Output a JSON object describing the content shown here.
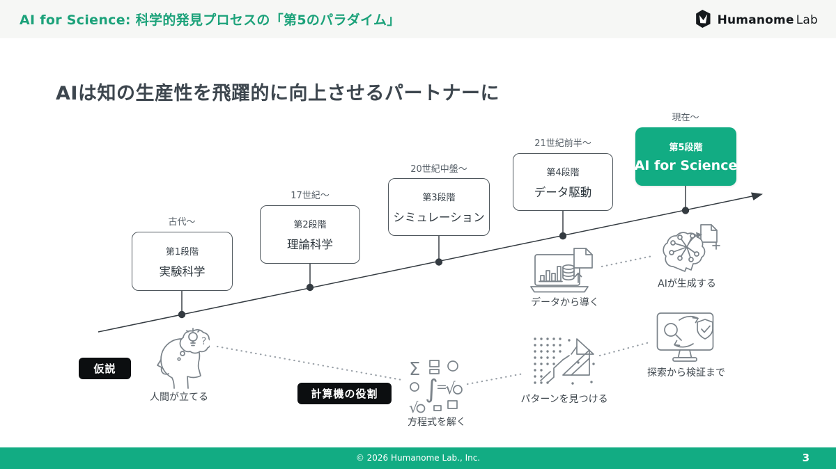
{
  "header": {
    "title": "AI for Science: 科学的発見プロセスの「第5のパラダイム」",
    "logo": {
      "main": "Humanome",
      "sub": "Lab"
    }
  },
  "main": {
    "title": "AIは知の生産性を飛躍的に向上させるパートナーに"
  },
  "timeline": {
    "stages": [
      {
        "period": "古代〜",
        "stage": "第1段階",
        "name": "実験科学",
        "highlight": false
      },
      {
        "period": "17世紀〜",
        "stage": "第2段階",
        "name": "理論科学",
        "highlight": false
      },
      {
        "period": "20世紀中盤〜",
        "stage": "第3段階",
        "name": "シミュレーション",
        "highlight": false
      },
      {
        "period": "21世紀前半〜",
        "stage": "第4段階",
        "name": "データ駆動",
        "highlight": false
      },
      {
        "period": "現在〜",
        "stage": "第5段階",
        "name": "AI for Science",
        "highlight": true
      }
    ]
  },
  "badges": {
    "hypothesis": "仮説",
    "computer_role": "計算機の役割"
  },
  "annotations": {
    "items": [
      {
        "icon": "thinking-head-icon",
        "label": "人間が立てる"
      },
      {
        "icon": "equations-icon",
        "label": "方程式を解く"
      },
      {
        "icon": "pattern-icon",
        "label": "パターンを見つける"
      },
      {
        "icon": "laptop-data-icon",
        "label": "データから導く"
      },
      {
        "icon": "ai-brain-icon",
        "label": "AIが生成する"
      },
      {
        "icon": "monitor-search-icon",
        "label": "探索から検証まで"
      }
    ]
  },
  "icons": {
    "glyphs": {
      "question": "?",
      "sigma": "Σ",
      "integral": "∫",
      "equals": "=",
      "sqrt": "√"
    }
  },
  "footer": {
    "copyright": "© 2026 Humanome Lab., Inc.",
    "page": "3"
  },
  "colors": {
    "accent_green": "#12ac83",
    "header_text_green": "#1ca27a",
    "text_dark": "#3d464e",
    "icon_gray": "#7b838a"
  }
}
